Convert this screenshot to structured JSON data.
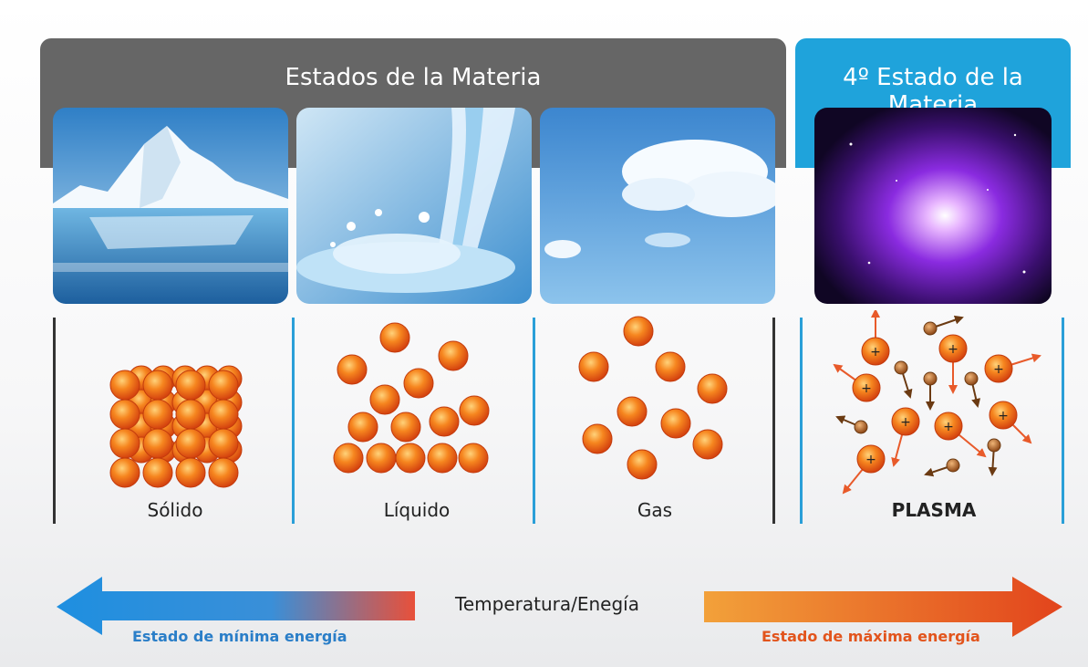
{
  "header": {
    "states_title": "Estados de la Materia",
    "fourth_title": "4º Estado de la Materia"
  },
  "states": [
    {
      "label": "Sólido",
      "image": "iceberg"
    },
    {
      "label": "Líquido",
      "image": "splashing-water"
    },
    {
      "label": "Gas",
      "image": "clouds-sky"
    },
    {
      "label": "PLASMA",
      "image": "purple-nebula"
    }
  ],
  "plasma_ion_symbol": "+",
  "scale": {
    "center_label": "Temperatura/Enegía",
    "min_label": "Estado de mínima energía",
    "max_label": "Estado de máxima energía"
  },
  "colors": {
    "header_gray": "#666666",
    "header_blue": "#1fa3db",
    "particle": "#f26a1b",
    "electron": "#a0561a",
    "min_arrow": "#1e8fe0",
    "max_arrow": "#e2541c"
  }
}
